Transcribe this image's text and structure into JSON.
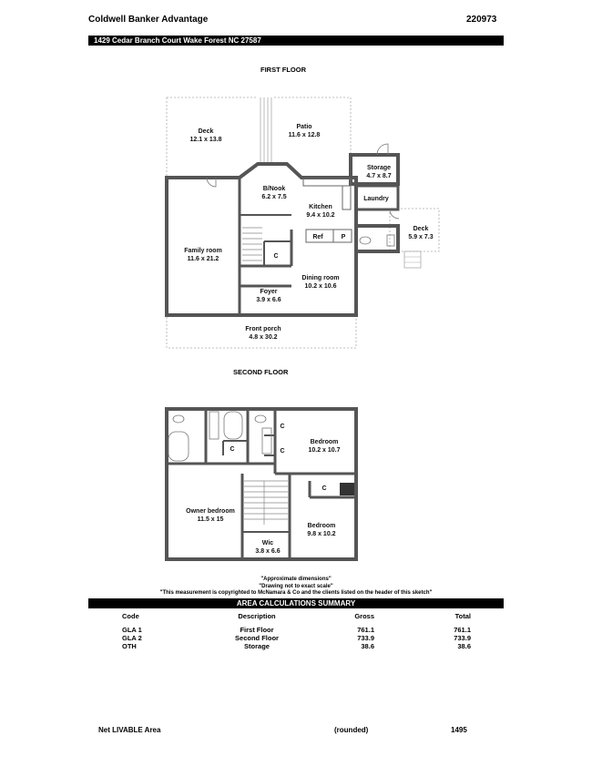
{
  "header": {
    "company": "Coldwell Banker Advantage",
    "file_number": "220973",
    "address": "1429 Cedar Branch Court Wake Forest NC 27587"
  },
  "first_floor": {
    "title": "FIRST FLOOR",
    "rooms": {
      "deck_left": {
        "name": "Deck",
        "dims": "12.1 x 13.8"
      },
      "patio": {
        "name": "Patio",
        "dims": "11.6 x 12.8"
      },
      "storage": {
        "name": "Storage",
        "dims": "4.7 x 8.7"
      },
      "bnook": {
        "name": "B/Nook",
        "dims": "6.2 x 7.5"
      },
      "laundry": {
        "name": "Laundry",
        "dims": ""
      },
      "kitchen": {
        "name": "Kitchen",
        "dims": "9.4 x 10.2"
      },
      "deck_right": {
        "name": "Deck",
        "dims": "5.9 x 7.3"
      },
      "family_room": {
        "name": "Family room",
        "dims": "11.6 x 21.2"
      },
      "dining_room": {
        "name": "Dining room",
        "dims": "10.2 x 10.6"
      },
      "foyer": {
        "name": "Foyer",
        "dims": "3.9 x 6.6"
      },
      "front_porch": {
        "name": "Front porch",
        "dims": "4.8 x 30.2"
      }
    },
    "labels": {
      "ref": "Ref",
      "pantry": "P",
      "closet": "C"
    }
  },
  "second_floor": {
    "title": "SECOND FLOOR",
    "rooms": {
      "bedroom1": {
        "name": "Bedroom",
        "dims": "10.2 x 10.7"
      },
      "owner_bedroom": {
        "name": "Owner bedroom",
        "dims": "11.5 x 15"
      },
      "bedroom2": {
        "name": "Bedroom",
        "dims": "9.8 x 10.2"
      },
      "wic": {
        "name": "Wic",
        "dims": "3.8 x 6.6"
      }
    },
    "labels": {
      "closet": "C"
    }
  },
  "notes": [
    "\"Approximate dimensions\"",
    "\"Drawing not to exact scale\"",
    "\"This measurement is copyrighted to McNamara & Co and the clients listed on the header of this sketch\""
  ],
  "area_summary": {
    "title": "AREA CALCULATIONS SUMMARY",
    "columns": {
      "code": "Code",
      "description": "Description",
      "gross": "Gross",
      "total": "Total"
    },
    "rows": [
      {
        "code": "GLA 1",
        "description": "First Floor",
        "gross": "761.1",
        "total": "761.1"
      },
      {
        "code": "GLA 2",
        "description": "Second Floor",
        "gross": "733.9",
        "total": "733.9"
      },
      {
        "code": "OTH",
        "description": "Storage",
        "gross": "38.6",
        "total": "38.6"
      }
    ]
  },
  "footer": {
    "net_label": "Net LIVABLE Area",
    "rounded": "(rounded)",
    "net_value": "1495"
  }
}
